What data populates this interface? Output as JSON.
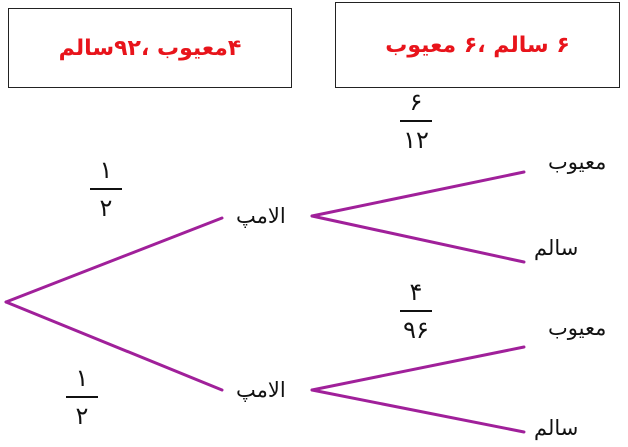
{
  "boxes": {
    "left": "۴معیوب ،۹۲سالم",
    "right": "۶ سالم ،۶ معیوب"
  },
  "tree": {
    "branch_color": "#a0209a",
    "text_color": "#e8141b",
    "first_level": {
      "upper_node": "الامپ",
      "lower_node": "الامپ",
      "upper_probability": {
        "numerator": "۱",
        "denominator": "۲"
      },
      "lower_probability": {
        "numerator": "۱",
        "denominator": "۲"
      }
    },
    "upper_outcomes": {
      "defective": "معیوب",
      "healthy": "سالم",
      "probability": {
        "numerator": "۶",
        "denominator": "۱۲"
      }
    },
    "lower_outcomes": {
      "defective": "معیوب",
      "healthy": "سالم",
      "probability": {
        "numerator": "۴",
        "denominator": "۹۶"
      }
    }
  }
}
